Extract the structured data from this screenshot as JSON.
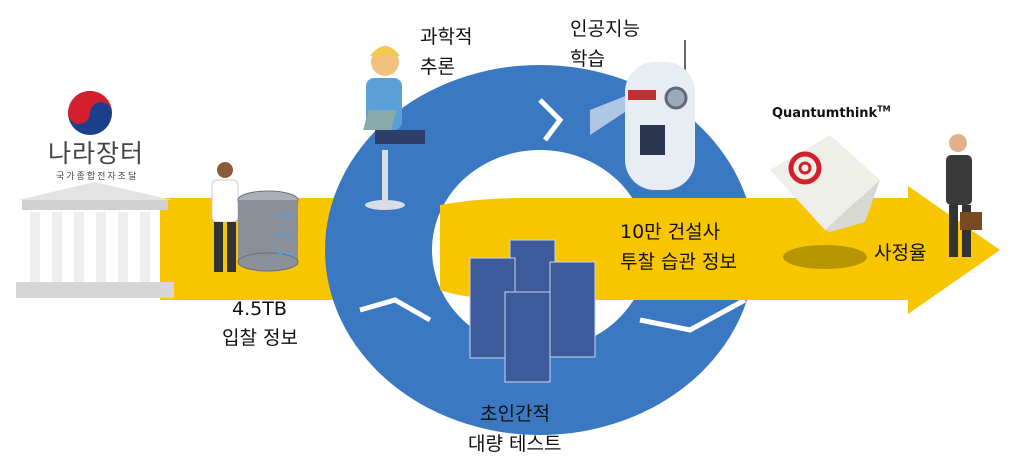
{
  "logo": {
    "name": "나라장터",
    "subtitle": "국가종합전자조달"
  },
  "labels": {
    "data_size": "4.5TB",
    "data_desc": "입찰 정보",
    "reasoning_1": "과학적",
    "reasoning_2": "추론",
    "ai_1": "인공지능",
    "ai_2": "학습",
    "habits_1": "10만 건설사",
    "habits_2": "투찰 습관 정보",
    "test_1": "초인간적",
    "test_2": "대량 테스트",
    "result": "사정율"
  },
  "brand": {
    "name": "Quantumthink",
    "mark": "TM"
  },
  "colors": {
    "arrow": "#f7c600",
    "ring": "#3a78c2",
    "logo_red": "#d4202c"
  }
}
